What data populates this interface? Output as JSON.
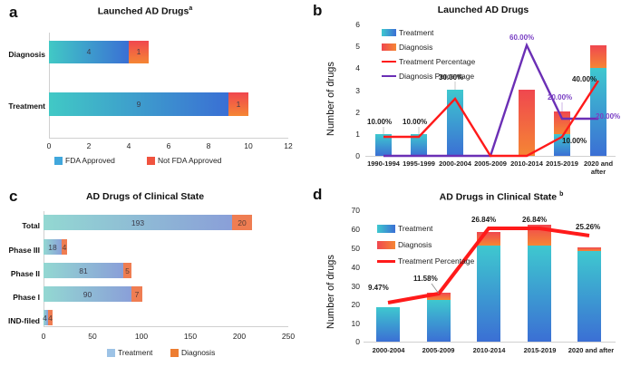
{
  "figure": {
    "panels": [
      "a",
      "b",
      "c",
      "d"
    ]
  },
  "colors": {
    "treatment_teal": "#3ec8cf",
    "treatment_blue": "#3b6fd4",
    "diagnosis_red": "#f0474f",
    "diagnosis_orange": "#f58634",
    "treatment_line": "#ff1a1a",
    "diagnosis_line": "#6b2fb5",
    "pastel_teal": "#8fd9d4",
    "pastel_blue": "#8a9fd8",
    "pastel_orange": "#ef7d52",
    "legend_blue": "#41a7dc",
    "legend_red": "#f0533f",
    "legend_pastel_blue": "#9dc3e6",
    "legend_pastel_orange": "#ed7d31",
    "axis_gray": "#d0d0d0"
  },
  "panel_a": {
    "letter": "a",
    "title": "Launched AD Drugs",
    "title_superscript": "a",
    "chart_data": {
      "type": "bar",
      "orientation": "horizontal",
      "stacked": true,
      "title": "Launched AD Drugs a",
      "xlabel": "",
      "ylabel": "",
      "categories": [
        "Diagnosis",
        "Treatment"
      ],
      "series": [
        {
          "name": "FDA Approved",
          "values": [
            4,
            9
          ]
        },
        {
          "name": "Not FDA Approved",
          "values": [
            1,
            1
          ]
        }
      ],
      "xlim": [
        0,
        12
      ],
      "xticks": [
        0,
        2,
        4,
        6,
        8,
        10,
        12
      ],
      "grid": false,
      "legend_position": "bottom"
    },
    "legend": [
      {
        "label": "FDA Approved",
        "color": "#41a7dc"
      },
      {
        "label": "Not FDA Approved",
        "color": "#f0533f"
      }
    ]
  },
  "panel_b": {
    "letter": "b",
    "title": "Launched AD Drugs",
    "chart_data": {
      "type": "bar",
      "combo": "bar+line",
      "stacked": true,
      "title": "Launched AD Drugs",
      "xlabel": "",
      "ylabel": "Number of drugs",
      "categories": [
        "1990-1994",
        "1995-1999",
        "2000-2004",
        "2005-2009",
        "2010-2014",
        "2015-2019",
        "2020 and after"
      ],
      "series": [
        {
          "name": "Treatment",
          "values": [
            1,
            1,
            3,
            0,
            0,
            1,
            4
          ]
        },
        {
          "name": "Diagnosis",
          "values": [
            0,
            0,
            0,
            0,
            3,
            1,
            1
          ]
        },
        {
          "name": "Treatment Percentage",
          "type": "line",
          "values": [
            10.0,
            10.0,
            30.0,
            0,
            0,
            10.0,
            40.0
          ],
          "labels": [
            "10.00%",
            "10.00%",
            "30.00%",
            "",
            "",
            "10.00%",
            "40.00%"
          ]
        },
        {
          "name": "Diagnosis Percentage",
          "type": "line",
          "values": [
            0,
            0,
            0,
            0,
            60.0,
            20.0,
            20.0
          ],
          "labels": [
            "",
            "",
            "",
            "",
            "60.00%",
            "20.00%",
            "20.00%"
          ]
        }
      ],
      "ylim": [
        0,
        6
      ],
      "yticks": [
        0,
        1,
        2,
        3,
        4,
        5,
        6
      ],
      "grid": false,
      "legend_position": "inside-top-left"
    },
    "legend": [
      {
        "label": "Treatment",
        "kind": "swatch"
      },
      {
        "label": "Diagnosis",
        "kind": "swatch"
      },
      {
        "label": "Treatment Percentage",
        "kind": "line"
      },
      {
        "label": "Diagnosis Percentage",
        "kind": "line"
      }
    ]
  },
  "panel_c": {
    "letter": "c",
    "title": "AD Drugs of Clinical State",
    "chart_data": {
      "type": "bar",
      "orientation": "horizontal",
      "stacked": true,
      "title": "AD Drugs of Clinical State",
      "xlabel": "",
      "ylabel": "",
      "categories": [
        "Total",
        "Phase III",
        "Phase II",
        "Phase I",
        "IND-filed"
      ],
      "series": [
        {
          "name": "Treatment",
          "values": [
            193,
            18,
            81,
            90,
            4
          ]
        },
        {
          "name": "Diagnosis",
          "values": [
            20,
            4,
            5,
            7,
            4
          ]
        }
      ],
      "xlim": [
        0,
        250
      ],
      "xticks": [
        0,
        50,
        100,
        150,
        200,
        250
      ],
      "grid": false,
      "legend_position": "bottom"
    },
    "legend": [
      {
        "label": "Treatment",
        "color": "#9dc3e6"
      },
      {
        "label": "Diagnosis",
        "color": "#ed7d31"
      }
    ]
  },
  "panel_d": {
    "letter": "d",
    "title": "AD Drugs in Clinical State",
    "title_superscript": "b",
    "chart_data": {
      "type": "bar",
      "combo": "bar+line",
      "stacked": true,
      "title": "AD Drugs in Clinical State b",
      "xlabel": "",
      "ylabel": "Number of drugs",
      "categories": [
        "2000-2004",
        "2005-2009",
        "2010-2014",
        "2015-2019",
        "2020 and after"
      ],
      "series": [
        {
          "name": "Treatment",
          "values": [
            18,
            22,
            51,
            51,
            48
          ]
        },
        {
          "name": "Diagnosis",
          "values": [
            0,
            4,
            7,
            11,
            2
          ]
        },
        {
          "name": "Treatment Percentage",
          "type": "line",
          "values": [
            9.47,
            11.58,
            26.84,
            26.84,
            25.26
          ],
          "labels": [
            "9.47%",
            "11.58%",
            "26.84%",
            "26.84%",
            "25.26%"
          ]
        }
      ],
      "ylim": [
        0,
        70
      ],
      "yticks": [
        0,
        10,
        20,
        30,
        40,
        50,
        60,
        70
      ],
      "grid": false,
      "legend_position": "inside-top-left"
    },
    "legend": [
      {
        "label": "Treatment",
        "kind": "swatch"
      },
      {
        "label": "Diagnosis",
        "kind": "swatch"
      },
      {
        "label": "Treatment Percentage",
        "kind": "line"
      }
    ]
  }
}
